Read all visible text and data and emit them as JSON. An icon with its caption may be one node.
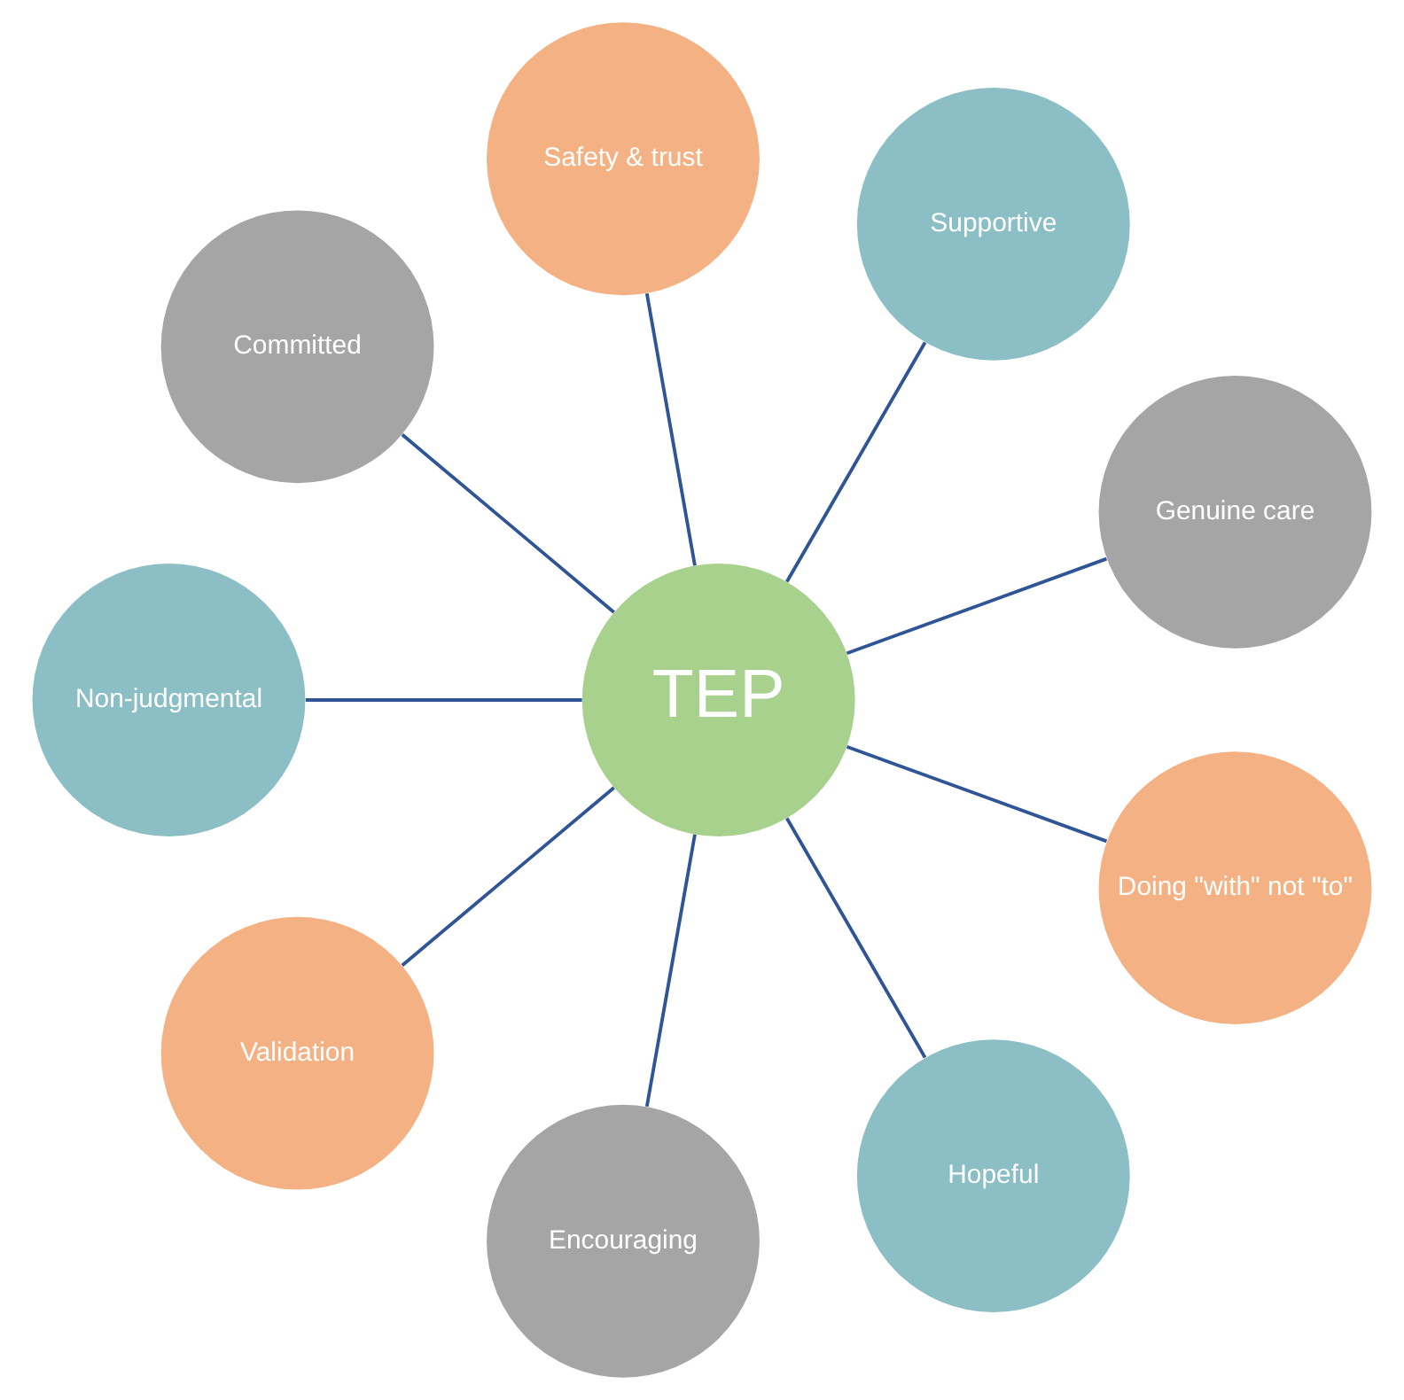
{
  "diagram": {
    "nodes": [
      {
        "text": [
          "TEP"
        ]
      },
      {
        "text": [
          "Genuine care"
        ]
      },
      {
        "text": [
          "Supportive"
        ]
      },
      {
        "text": [
          "Safety & trust"
        ]
      },
      {
        "text": [
          "Committed"
        ]
      },
      {
        "text": [
          "Non-judgmental"
        ]
      },
      {
        "text": [
          "Validation"
        ]
      },
      {
        "text": [
          "Encouraging"
        ]
      },
      {
        "text": [
          "Hopeful"
        ]
      },
      {
        "text": [
          "Doing \"with\" not \"to\""
        ]
      }
    ],
    "edges": [
      {
        "from": 0,
        "to": 1,
        "arrow": "none"
      },
      {
        "from": 0,
        "to": 2,
        "arrow": "none"
      },
      {
        "from": 0,
        "to": 3,
        "arrow": "none"
      },
      {
        "from": 0,
        "to": 4,
        "arrow": "none"
      },
      {
        "from": 0,
        "to": 5,
        "arrow": "none"
      },
      {
        "from": 0,
        "to": 6,
        "arrow": "none"
      },
      {
        "from": 0,
        "to": 7,
        "arrow": "none"
      },
      {
        "from": 0,
        "to": 8,
        "arrow": "none"
      },
      {
        "from": 0,
        "to": 9,
        "arrow": "none"
      }
    ]
  }
}
